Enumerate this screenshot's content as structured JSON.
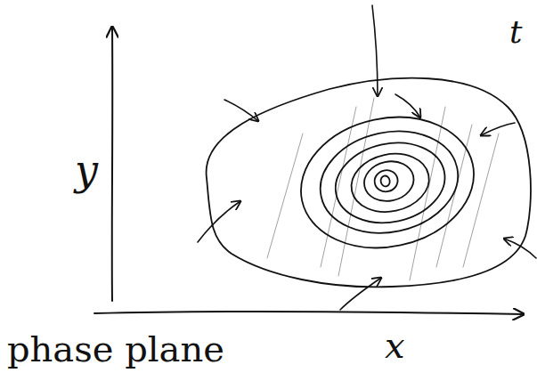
{
  "diagram": {
    "labels": [
      "y",
      "t",
      "x",
      "phase plane"
    ]
  }
}
